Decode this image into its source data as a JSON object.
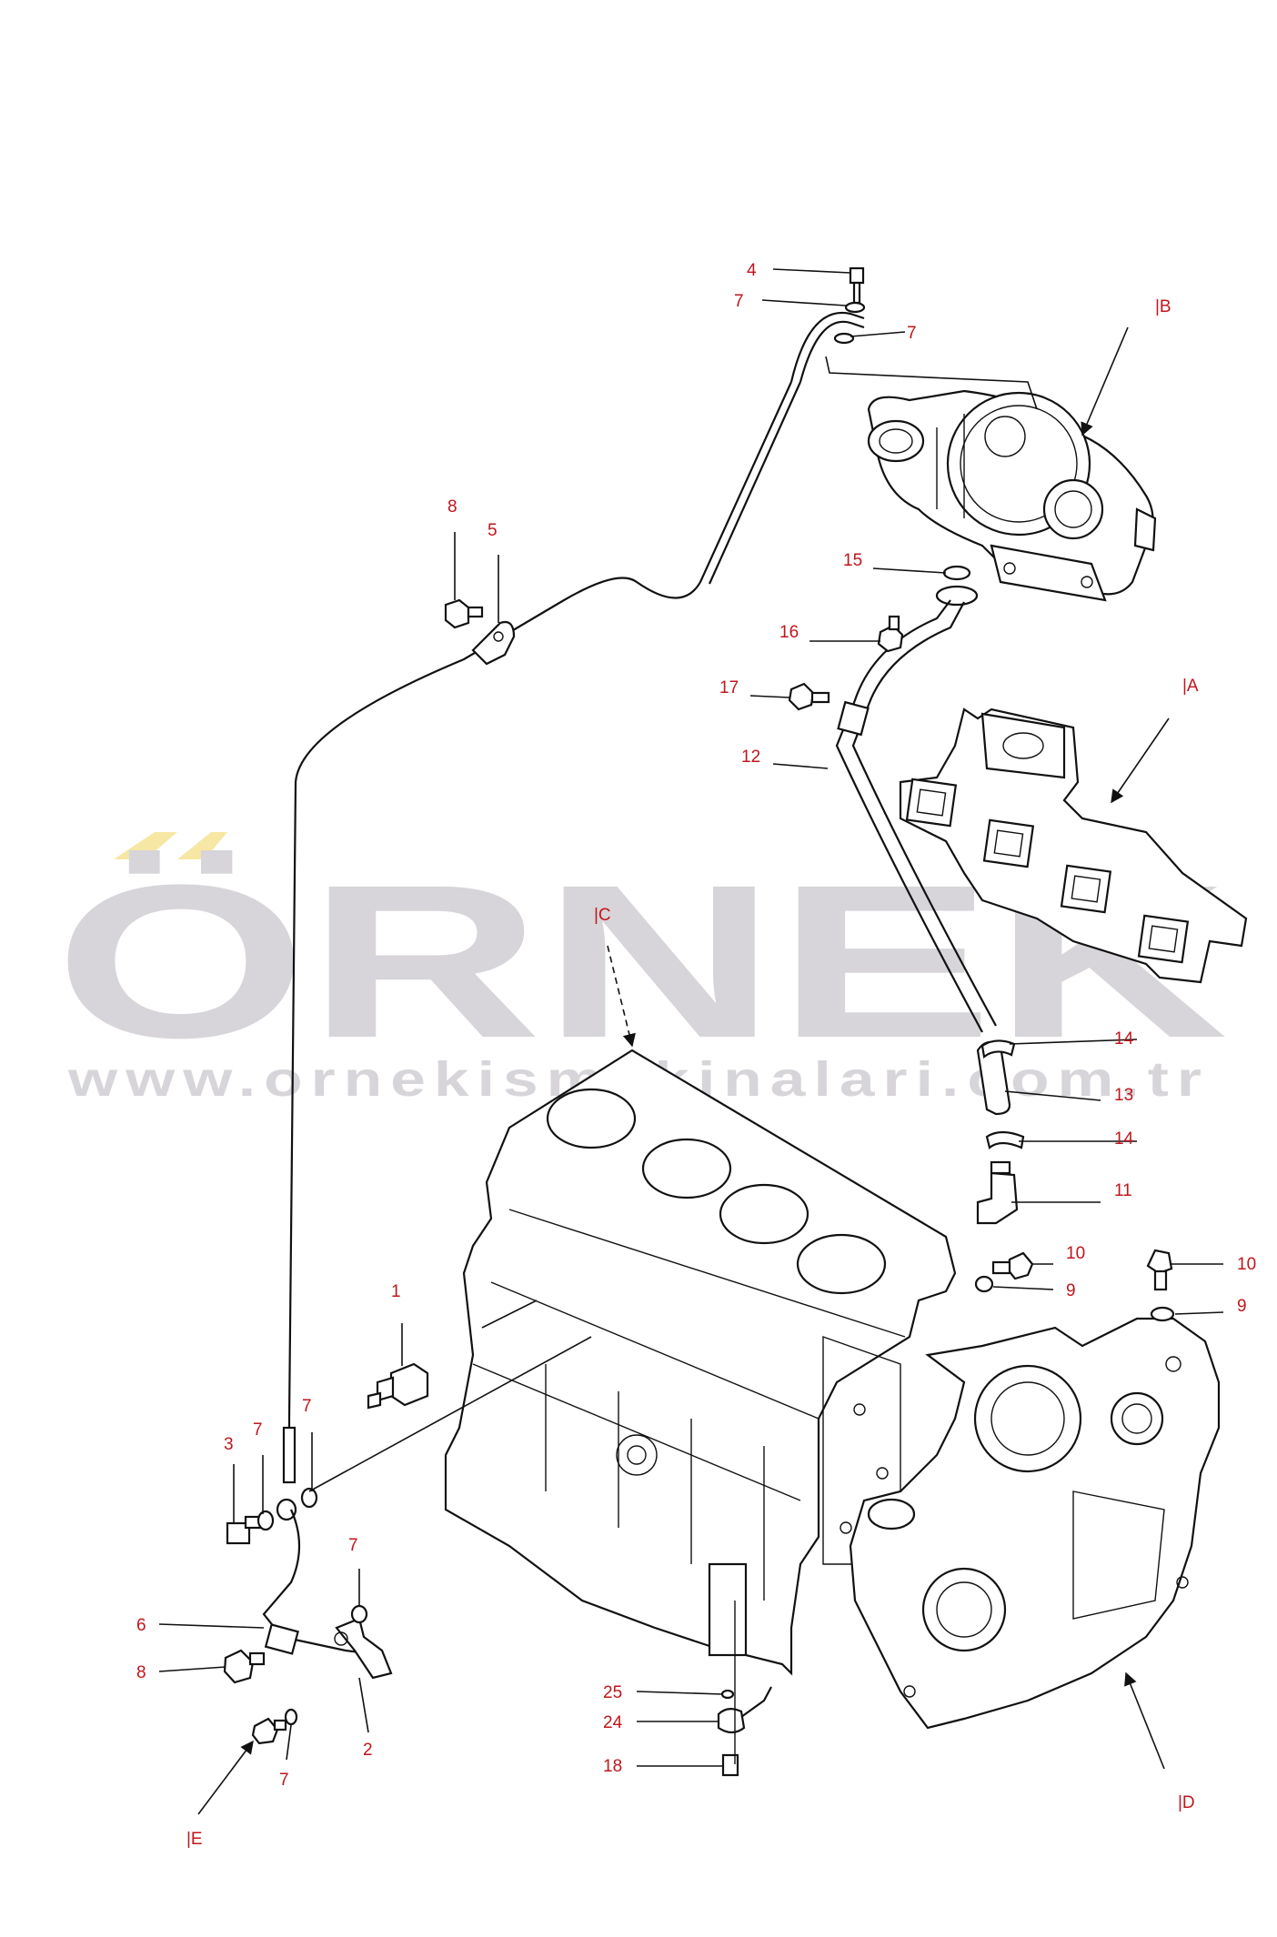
{
  "watermark": {
    "brand": "ÖRNEK",
    "url": "www.ornekismakinalari.com.tr",
    "accent_color": "#f6e7a4",
    "text_color": "#d7d5d9"
  },
  "colors": {
    "callout": "#c0161c",
    "line": "#111111"
  },
  "callouts": {
    "c1": "1",
    "c2": "2",
    "c3": "3",
    "c4": "4",
    "c5": "5",
    "c6": "6",
    "c7a": "7",
    "c7b": "7",
    "c7c": "7",
    "c7d": "7",
    "c7e": "7",
    "c7f": "7",
    "c8a": "8",
    "c8b": "8",
    "c9a": "9",
    "c9b": "9",
    "c10a": "10",
    "c10b": "10",
    "c11": "11",
    "c12": "12",
    "c13": "13",
    "c14a": "14",
    "c14b": "14",
    "c15": "15",
    "c16": "16",
    "c17": "17",
    "c18": "18",
    "c24": "24",
    "c25": "25"
  },
  "views": {
    "A": "|A",
    "B": "|B",
    "C": "|C",
    "D": "|D",
    "E": "|E"
  }
}
